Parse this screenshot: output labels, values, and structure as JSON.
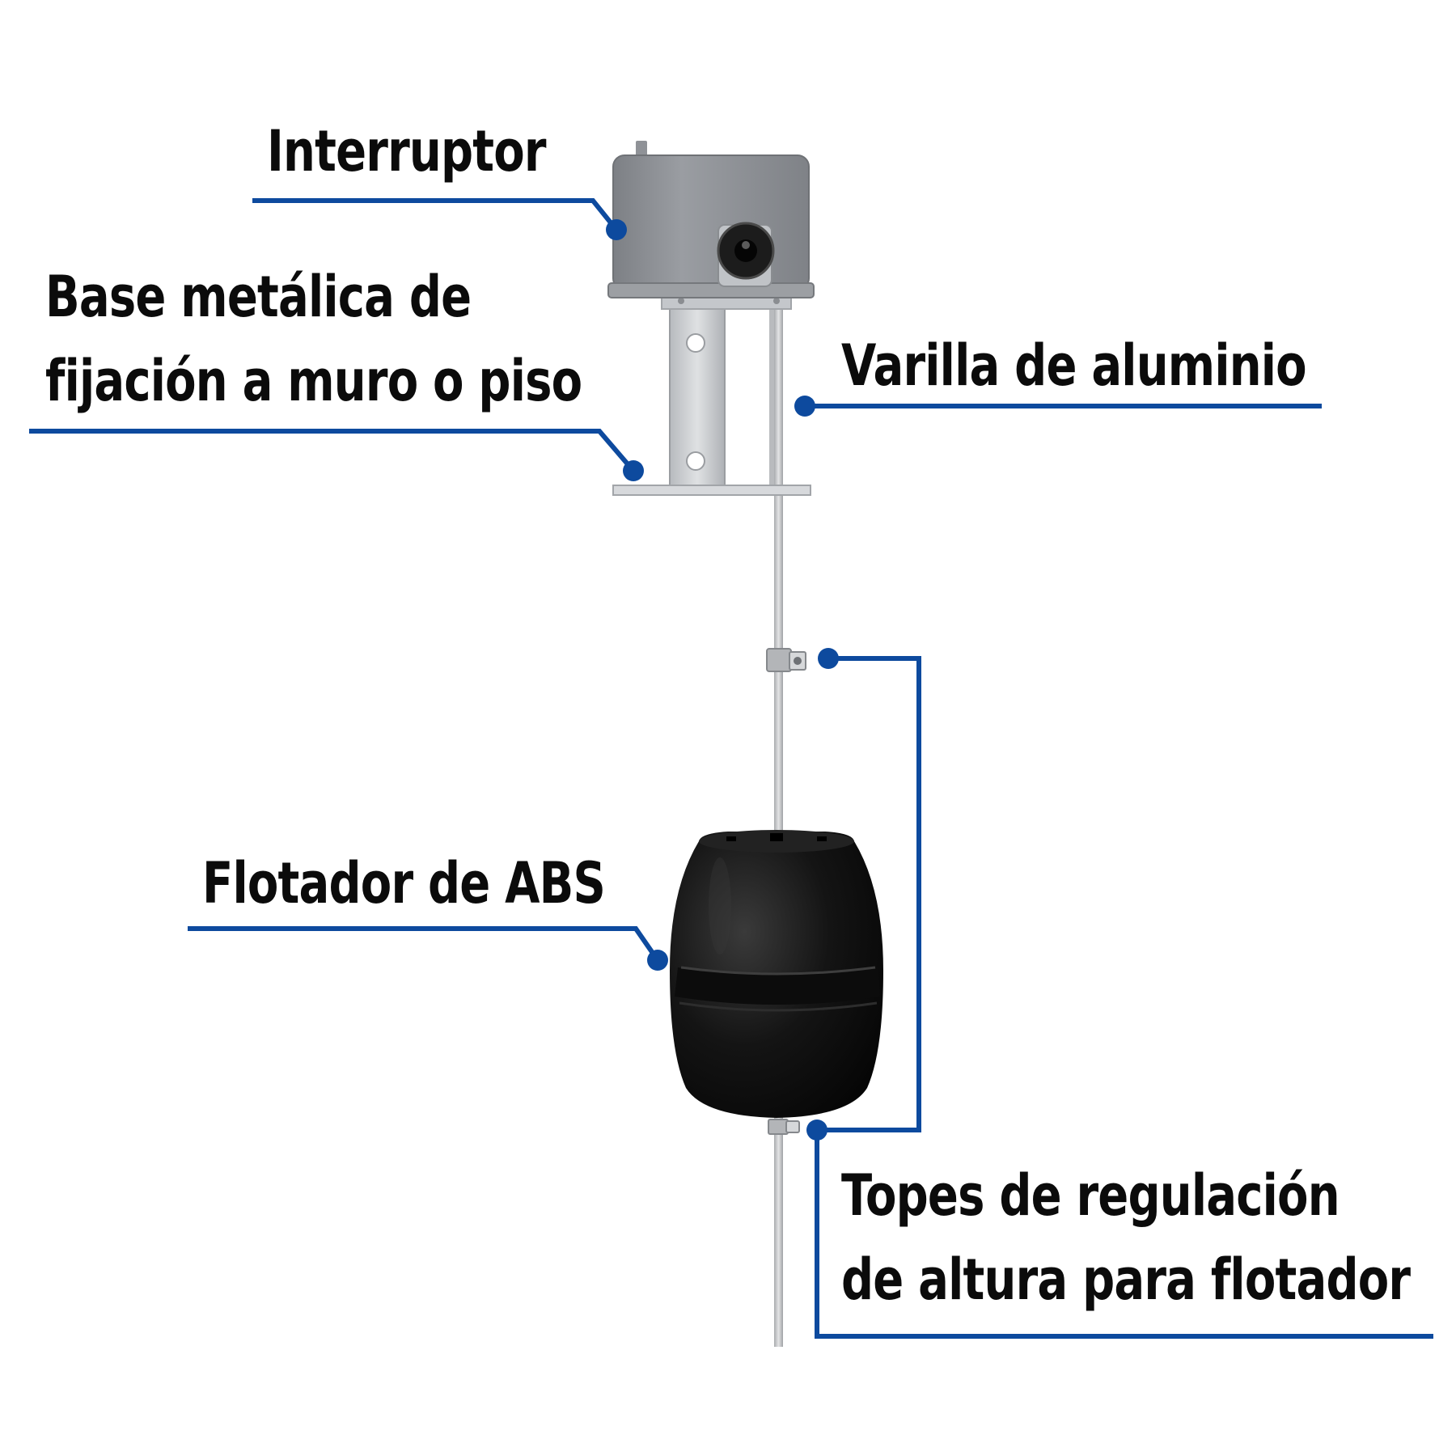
{
  "colors": {
    "leader": "#0d4a9e",
    "text": "#0b0b0b",
    "float": "#151515",
    "switch_housing": "#8b8e93",
    "bracket": "#c9ccd0",
    "rod": "#c4c6c9"
  },
  "labels": {
    "interruptor": "Interruptor",
    "base_line1": "Base metálica de",
    "base_line2": "fijación a muro o piso",
    "varilla": "Varilla de aluminio",
    "flotador": "Flotador de ABS",
    "topes_line1": "Topes de regulación",
    "topes_line2": "de altura para flotador"
  }
}
